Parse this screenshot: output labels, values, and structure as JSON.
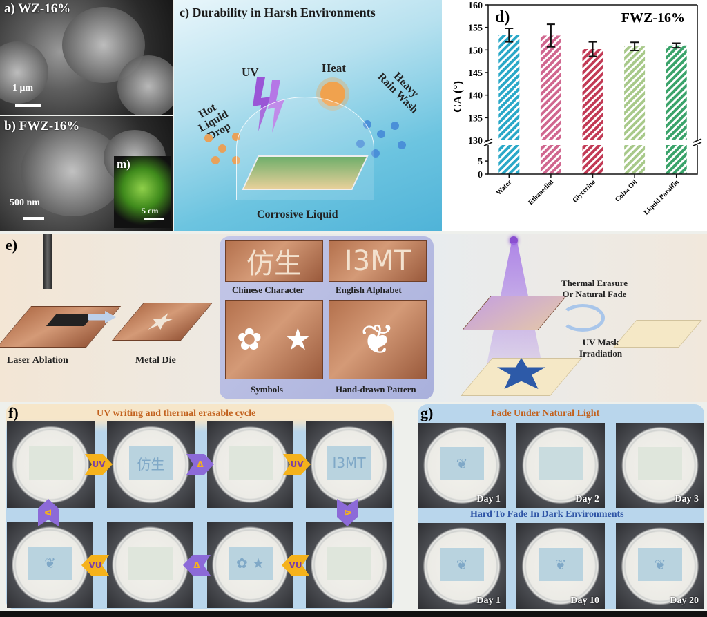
{
  "panel_a": {
    "label": "a) WZ-16%",
    "scale": "1 μm"
  },
  "panel_b": {
    "label": "b) FWZ-16%",
    "scale": "500 nm",
    "inset_label": "m)",
    "inset_scale": "5 cm"
  },
  "panel_c": {
    "title": "c) Durability in Harsh Environments",
    "uv": "UV",
    "heat": "Heat",
    "hot_liquid": "Hot Liquid Drop",
    "rain": "Heavy Rain Wash",
    "corrosive": "Corrosive Liquid"
  },
  "chart_data": {
    "type": "bar",
    "panel_label": "d)",
    "title": "FWZ-16%",
    "ylabel": "CA (°)",
    "categories": [
      "Water",
      "Ethanediol",
      "Glycerine",
      "Colza Oil",
      "Liquid Paraffin"
    ],
    "values": [
      153.3,
      153.2,
      150.2,
      150.8,
      151.0
    ],
    "errors": [
      1.5,
      2.5,
      1.6,
      0.9,
      0.5
    ],
    "colors": [
      "#2aa8c8",
      "#d0678f",
      "#c23a55",
      "#a8c98a",
      "#3aa36a"
    ],
    "broken_axis": true,
    "ylim_lower": [
      0,
      10
    ],
    "yticks_lower": [
      0,
      5
    ],
    "ylim_upper": [
      130,
      160
    ],
    "yticks_upper": [
      130,
      135,
      140,
      145,
      150,
      155,
      160
    ]
  },
  "panel_e": {
    "label": "e)",
    "laser": "Laser Ablation",
    "die": "Metal Die",
    "chinese": "Chinese Character",
    "chinese_text": "仿生",
    "english": "English Alphabet",
    "english_text": "I3MT",
    "symbols": "Symbols",
    "hand": "Hand-drawn Pattern",
    "thermal": "Thermal Erasure Or Natural Fade",
    "uvmask": "UV Mask Irradiation"
  },
  "panel_f": {
    "label": "f)",
    "title": "UV writing and thermal erasable cycle",
    "uv": "UV",
    "heat": "Δ",
    "sample_chinese": "仿生",
    "sample_english": "I3MT",
    "sample_symbols": "✿ ★"
  },
  "panel_g": {
    "label": "g)",
    "title_top": "Fade Under Natural Light",
    "title_bottom": "Hard To Fade In Dark Environments",
    "days_top": [
      "Day 1",
      "Day 2",
      "Day 3"
    ],
    "days_bottom": [
      "Day 1",
      "Day 10",
      "Day 20"
    ]
  }
}
